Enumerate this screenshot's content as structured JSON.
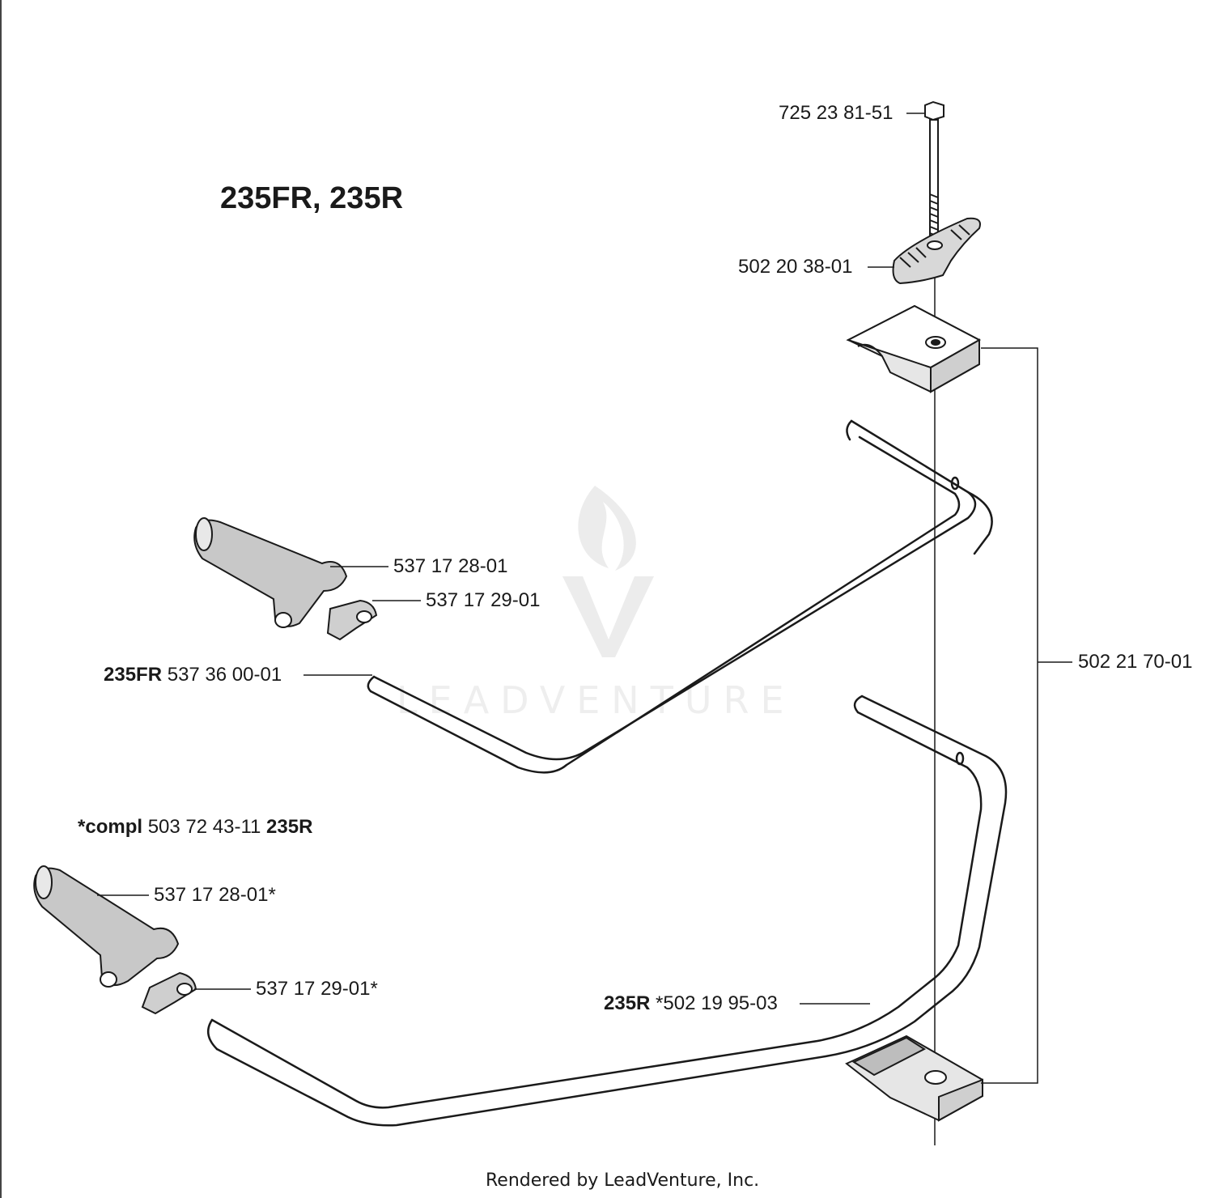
{
  "title": "235FR, 235R",
  "labels": {
    "bolt": "725 23 81-51",
    "knob": "502 20 38-01",
    "clamp_kit": "502 21 70-01",
    "grip_upper": "537 17 28-01",
    "grip_clip_upper": "537 17 29-01",
    "handle_fr_model": "235FR",
    "handle_fr_part": "537 36 00-01",
    "compl_prefix": "*compl",
    "compl_part": "503 72 43-11",
    "compl_model": "235R",
    "grip_lower": "537 17 28-01*",
    "grip_clip_lower": "537 17 29-01*",
    "handle_r_model": "235R",
    "handle_r_part": "*502 19 95-03"
  },
  "watermark": "LEADVENTURE",
  "footer": "Rendered by LeadVenture, Inc.",
  "colors": {
    "line": "#1a1a1a",
    "part_fill": "#ffffff",
    "watermark": "#e6e6e6"
  }
}
